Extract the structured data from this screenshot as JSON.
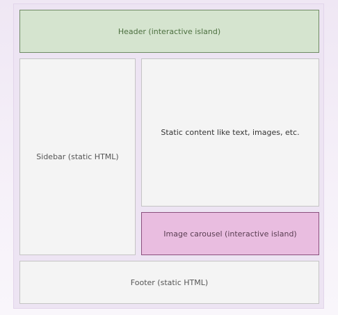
{
  "diagram": {
    "header": {
      "label": "Header (interactive island)"
    },
    "sidebar": {
      "label": "Sidebar (static HTML)"
    },
    "content": {
      "label": "Static content like text, images, etc."
    },
    "carousel": {
      "label": "Image carousel (interactive island)"
    },
    "footer": {
      "label": "Footer (static HTML)"
    }
  },
  "colors": {
    "background": "#efe7f4",
    "interactive_green_fill": "#d5e4cf",
    "interactive_green_border": "#6f8a64",
    "interactive_pink_fill": "#e9bde0",
    "interactive_pink_border": "#8a4f7d",
    "static_fill": "#f4f4f4",
    "static_border": "#c4c4c4"
  }
}
